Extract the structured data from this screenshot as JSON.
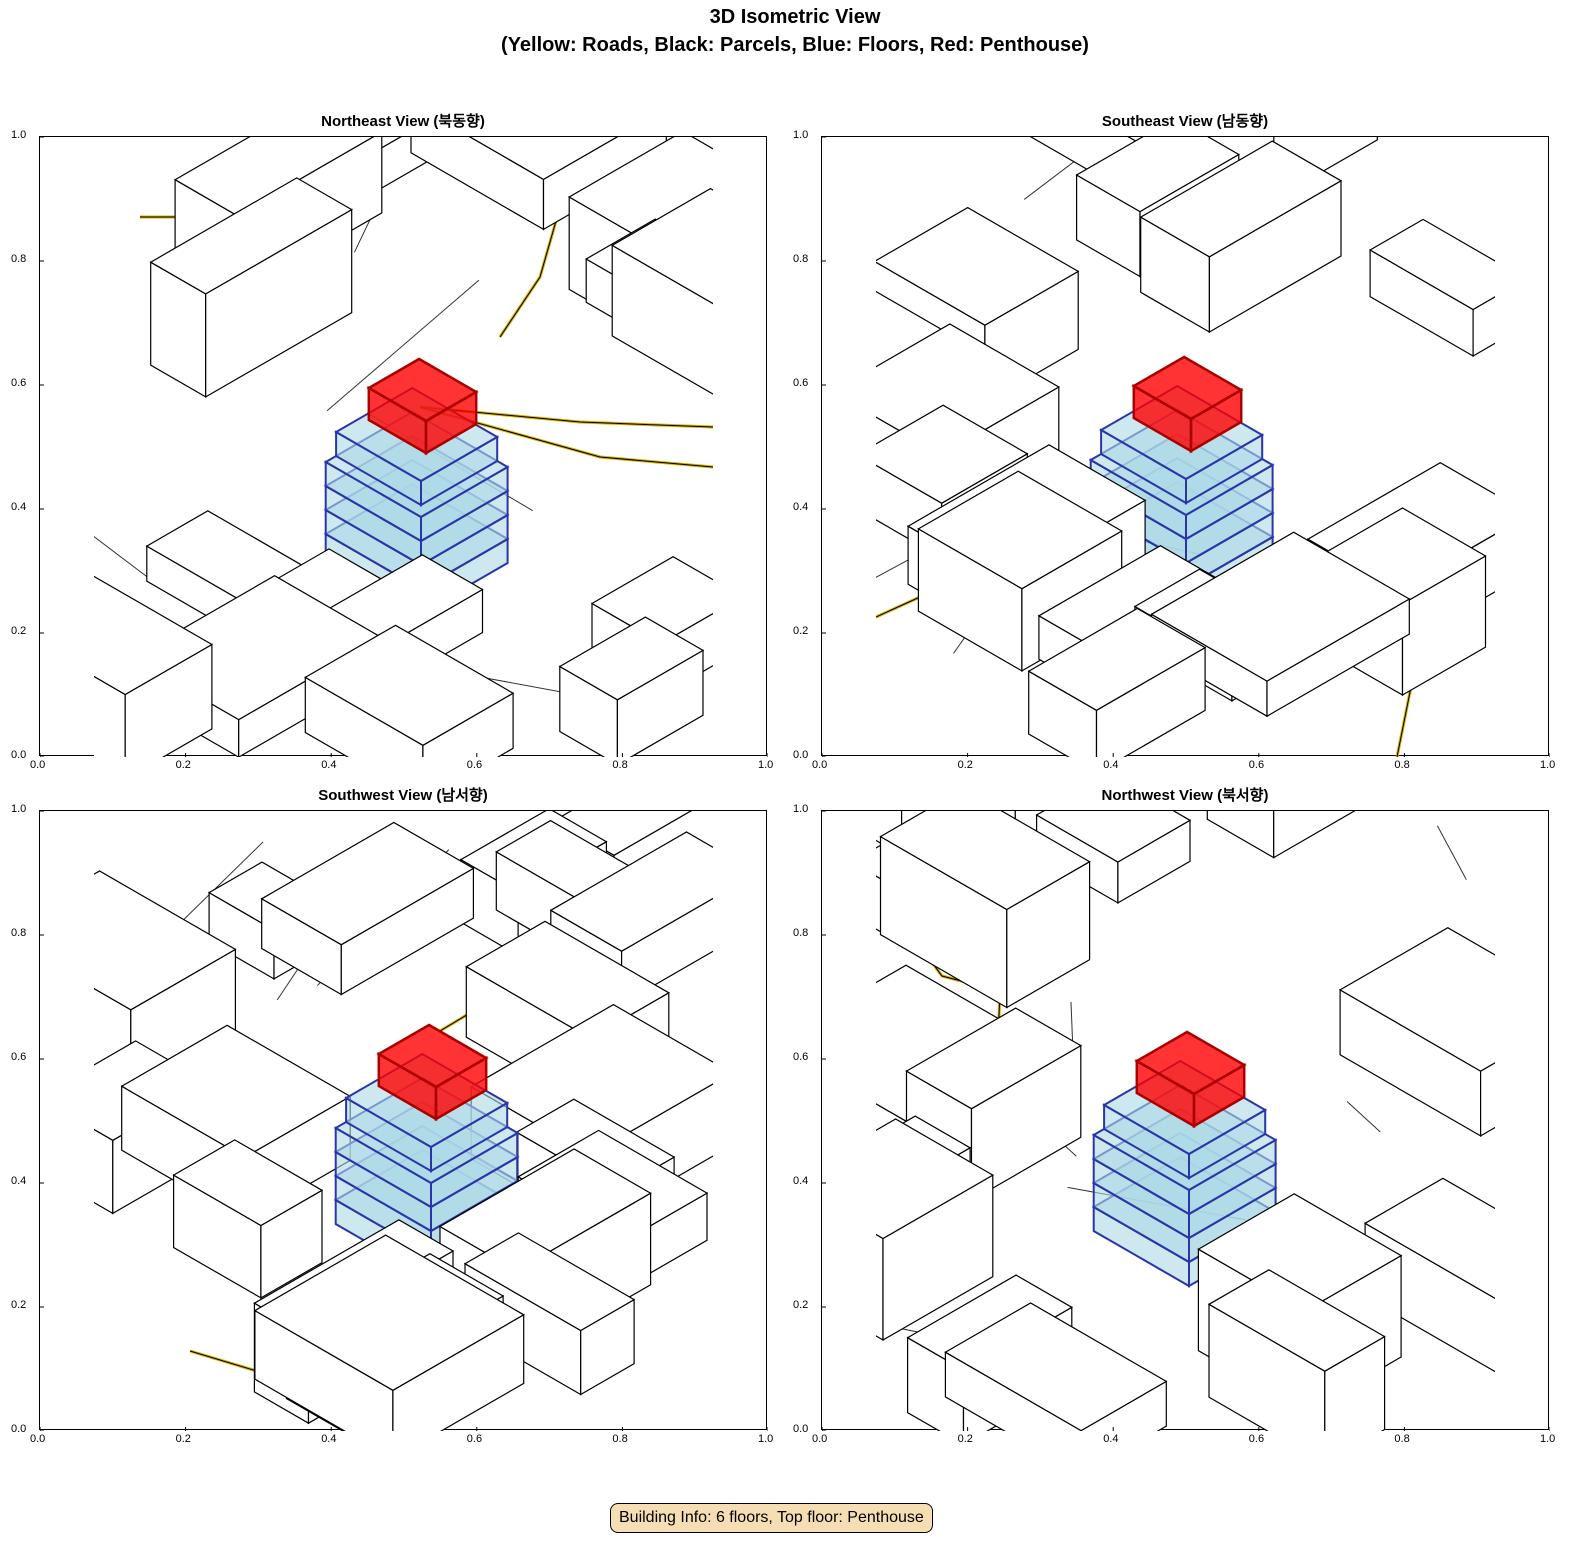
{
  "title": {
    "line1": "3D Isometric View",
    "line2": "(Yellow: Roads, Black: Parcels, Blue: Floors, Red: Penthouse)"
  },
  "panels": [
    {
      "title": "Northeast View (북동향)"
    },
    {
      "title": "Southeast View (남동향)"
    },
    {
      "title": "Southwest View (남서향)"
    },
    {
      "title": "Northwest View (북서향)"
    }
  ],
  "ticks": [
    "0.0",
    "0.2",
    "0.4",
    "0.6",
    "0.8",
    "1.0"
  ],
  "tick_values": [
    0,
    0.2,
    0.4,
    0.6,
    0.8,
    1.0
  ],
  "building": {
    "floors": 6,
    "top_floor": "Penthouse"
  },
  "footer": "Building Info: 6 floors, Top floor: Penthouse",
  "colors": {
    "roads": "#d4af00",
    "parcels": "#000000",
    "floors": "#add8e6",
    "floor_edge": "#2a35a8",
    "penthouse": "#ff0000",
    "penthouse_edge": "#aa0000",
    "footer_bg": "#f5deb3"
  }
}
